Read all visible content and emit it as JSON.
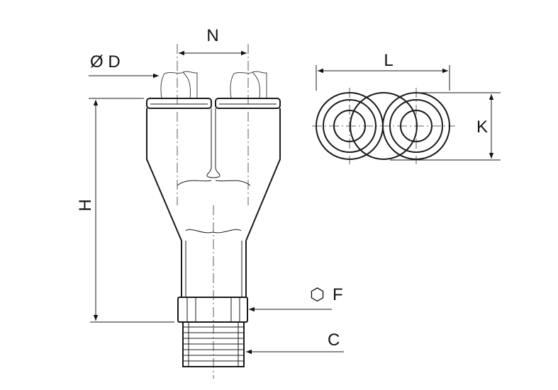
{
  "labels": {
    "n": "N",
    "d": "Ø D",
    "l": "L",
    "k": "K",
    "h": "H",
    "f_symbol": "⬡",
    "f": "F",
    "c": "C"
  }
}
